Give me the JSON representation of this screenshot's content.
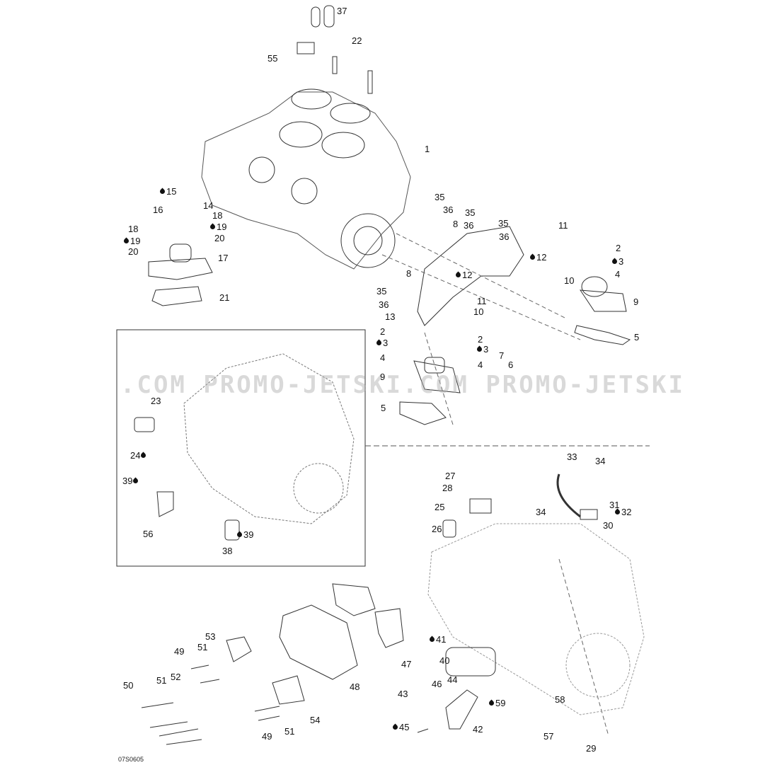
{
  "watermark": ".COM  PROMO-JETSKI.COM  PROMO-JETSKI",
  "diagram_code": "07S0605",
  "callouts": [
    "37",
    "22",
    "55",
    "1",
    "15",
    "14",
    "16",
    "18",
    "19",
    "18",
    "19",
    "20",
    "20",
    "17",
    "21",
    "35",
    "36",
    "8",
    "35",
    "36",
    "35",
    "36",
    "11",
    "2",
    "3",
    "12",
    "8",
    "12",
    "4",
    "10",
    "9",
    "35",
    "36",
    "11",
    "10",
    "13",
    "2",
    "3",
    "2",
    "3",
    "5",
    "7",
    "4",
    "4",
    "6",
    "9",
    "5",
    "23",
    "24",
    "39",
    "56",
    "38",
    "39",
    "33",
    "34",
    "27",
    "28",
    "25",
    "31",
    "32",
    "34",
    "30",
    "26",
    "53",
    "49",
    "51",
    "41",
    "40",
    "47",
    "48",
    "52",
    "51",
    "50",
    "46",
    "44",
    "43",
    "59",
    "58",
    "54",
    "45",
    "42",
    "57",
    "49",
    "51",
    "29"
  ]
}
